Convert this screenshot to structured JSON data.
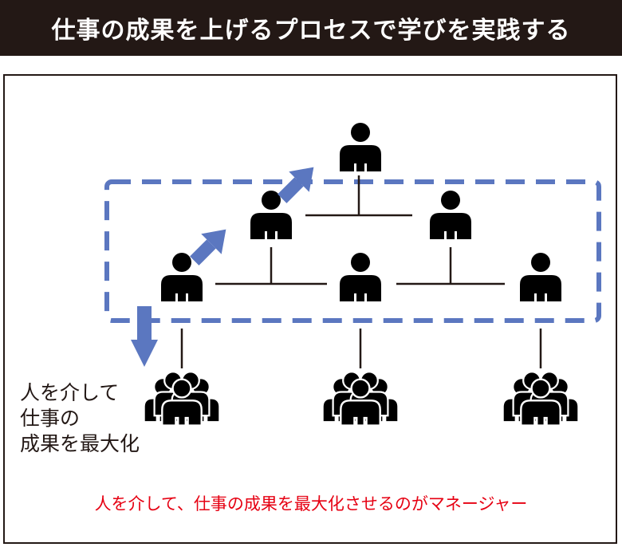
{
  "header": {
    "title": "仕事の成果を上げるプロセスで学びを実践する"
  },
  "diagram": {
    "side_label_lines": [
      "人を介して",
      "仕事の",
      "成果を最大化"
    ],
    "caption": "人を介して、仕事の成果を最大化させるのがマネージャー"
  },
  "colors": {
    "header_bg": "#231815",
    "accent_blue": "#5b77c0",
    "caption_red": "#e60012",
    "figure": "#000000"
  },
  "icons": [
    "person-icon",
    "group-icon",
    "arrow-icon"
  ]
}
